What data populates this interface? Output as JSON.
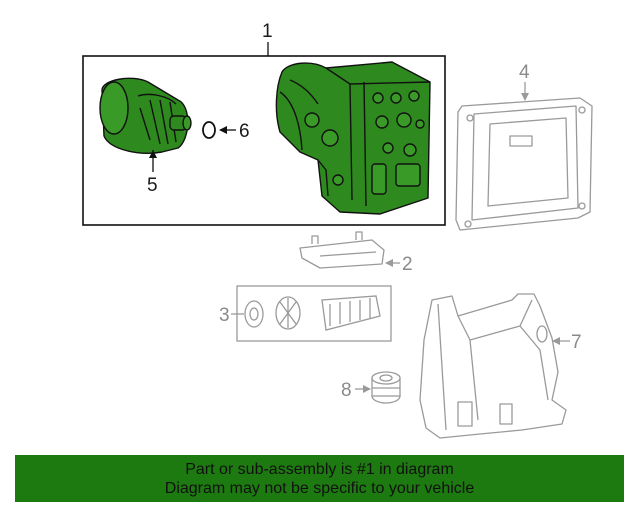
{
  "callouts": {
    "c1": "1",
    "c2": "2",
    "c3": "3",
    "c4": "4",
    "c5": "5",
    "c6": "6",
    "c7": "7",
    "c8": "8"
  },
  "banner": {
    "line1": "Part or sub-assembly is #1 in diagram",
    "line2": "Diagram may not be specific to your vehicle"
  },
  "colors": {
    "highlight_green": "#1d7a10",
    "part_green": "#2e8a1e",
    "outline_dark": "#111111",
    "outline_light": "#9a9a9a"
  }
}
